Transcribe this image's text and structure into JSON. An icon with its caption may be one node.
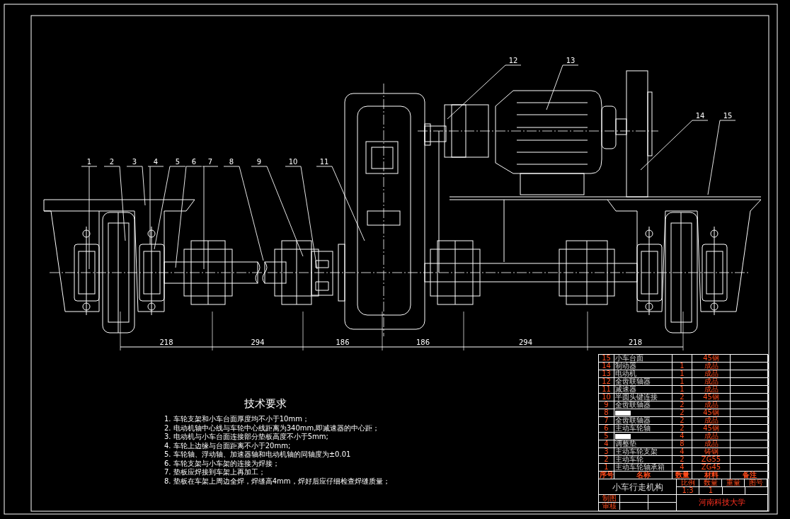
{
  "diagram": {
    "nodes": [
      {
        "text": [
          "1"
        ]
      },
      {
        "text": [
          "2"
        ]
      },
      {
        "text": [
          "3"
        ]
      },
      {
        "text": [
          "4"
        ]
      },
      {
        "text": [
          "5"
        ]
      },
      {
        "text": [
          "6"
        ]
      },
      {
        "text": [
          "7"
        ]
      },
      {
        "text": [
          "8"
        ]
      },
      {
        "text": [
          "9"
        ]
      },
      {
        "text": [
          "10"
        ]
      },
      {
        "text": [
          "11"
        ]
      },
      {
        "text": [
          "12"
        ]
      },
      {
        "text": [
          "13"
        ]
      },
      {
        "text": [
          "14"
        ]
      },
      {
        "text": [
          "15"
        ]
      }
    ],
    "edges": [
      {
        "from": 0,
        "to": null,
        "arrow": "none"
      },
      {
        "from": 1,
        "to": null,
        "arrow": "none"
      },
      {
        "from": 2,
        "to": null,
        "arrow": "none"
      },
      {
        "from": 3,
        "to": null,
        "arrow": "none"
      },
      {
        "from": 4,
        "to": null,
        "arrow": "none"
      },
      {
        "from": 5,
        "to": null,
        "arrow": "none"
      },
      {
        "from": 6,
        "to": null,
        "arrow": "none"
      },
      {
        "from": 7,
        "to": null,
        "arrow": "none"
      },
      {
        "from": 8,
        "to": null,
        "arrow": "none"
      },
      {
        "from": 9,
        "to": null,
        "arrow": "none"
      },
      {
        "from": 10,
        "to": null,
        "arrow": "none"
      },
      {
        "from": 11,
        "to": null,
        "arrow": "none"
      },
      {
        "from": 12,
        "to": null,
        "arrow": "none"
      },
      {
        "from": 13,
        "to": null,
        "arrow": "none"
      },
      {
        "from": 14,
        "to": null,
        "arrow": "none"
      }
    ],
    "labels": [
      "218",
      "294",
      "186",
      "186",
      "294",
      "218",
      "技术要求",
      "1. 车轮支架和小车台面厚度均不小于10mm；",
      "2. 电动机轴中心线与车轮中心线距离为340mm,即减速器的中心距；",
      "3. 电动机与小车台面连接部分垫板高度不小于5mm;",
      "4. 车轮上边缘与台面距离不小于20mm;",
      "5. 车轮轴、浮动轴、加速器轴和电动机轴的同轴度为±0.01",
      "6. 车轮支架与小车架的连接为焊接；",
      "7. 垫板应焊接到车架上再加工；",
      "8. 垫板在车架上周边全焊，焊缝高4mm，焊好后应仔细检查焊缝质量；",
      "15",
      "小车台面",
      "45钢",
      "14",
      "制动器",
      "1",
      "成品",
      "13",
      "电动机",
      "1",
      "成品",
      "12",
      "全齿联轴器",
      "1",
      "成品",
      "11",
      "减速器",
      "1",
      "成品",
      "10",
      "半圆头键连接",
      "2",
      "45钢",
      "9",
      "全齿联轴器",
      "2",
      "成品",
      "8",
      "2",
      "45钢",
      "7",
      "全齿联轴器",
      "2",
      "成品",
      "6",
      "主动车轮轴",
      "2",
      "45钢",
      "5",
      "4",
      "成品",
      "4",
      "调整垫",
      "8",
      "成品",
      "3",
      "主动车轮支架",
      "4",
      "铸钢",
      "2",
      "主动车轮",
      "2",
      "ZG55",
      "1",
      "主动车轮轴承箱",
      "4",
      "ZG45",
      "序号",
      "名称",
      "数量",
      "材料",
      "备注",
      "小车行走机构",
      "比例",
      "数量",
      "重量",
      "图号",
      "1:3",
      "1",
      "制图",
      "审核",
      "河南科技大学"
    ]
  }
}
